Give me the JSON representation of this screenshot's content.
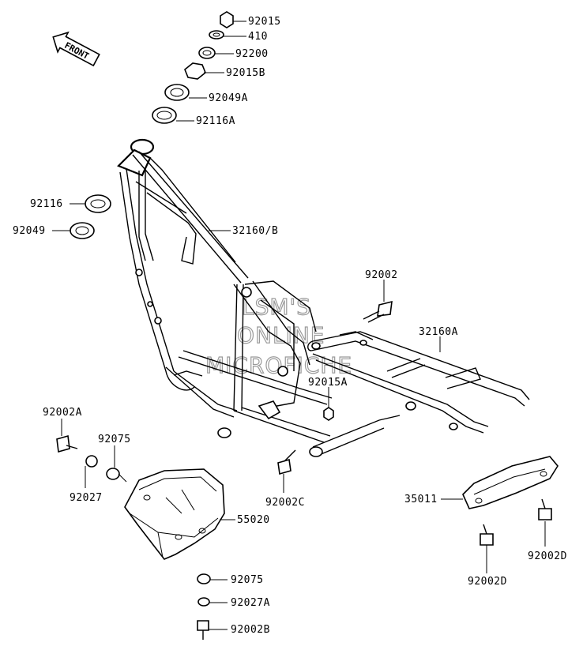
{
  "front_arrow": {
    "text": "FRONT",
    "icon": "front-direction-arrow-icon"
  },
  "watermark": [
    "LSM'S",
    "ONLINE",
    "MICROFICHE"
  ],
  "parts": [
    {
      "id": "p1",
      "label": "92015"
    },
    {
      "id": "p2",
      "label": "410"
    },
    {
      "id": "p3",
      "label": "92200"
    },
    {
      "id": "p4",
      "label": "92015B"
    },
    {
      "id": "p5",
      "label": "92049A"
    },
    {
      "id": "p6",
      "label": "92116A"
    },
    {
      "id": "p7",
      "label": "92116"
    },
    {
      "id": "p8",
      "label": "92049"
    },
    {
      "id": "p9",
      "label": "32160/B"
    },
    {
      "id": "p10",
      "label": "92002"
    },
    {
      "id": "p11",
      "label": "32160A"
    },
    {
      "id": "p12",
      "label": "92015A"
    },
    {
      "id": "p13",
      "label": "92002A"
    },
    {
      "id": "p14",
      "label": "92075"
    },
    {
      "id": "p15",
      "label": "92027"
    },
    {
      "id": "p16",
      "label": "92002C"
    },
    {
      "id": "p17",
      "label": "55020"
    },
    {
      "id": "p18",
      "label": "35011"
    },
    {
      "id": "p19",
      "label": "92002D"
    },
    {
      "id": "p20",
      "label": "92002D"
    },
    {
      "id": "p21",
      "label": "92075"
    },
    {
      "id": "p22",
      "label": "92027A"
    },
    {
      "id": "p23",
      "label": "92002B"
    }
  ]
}
